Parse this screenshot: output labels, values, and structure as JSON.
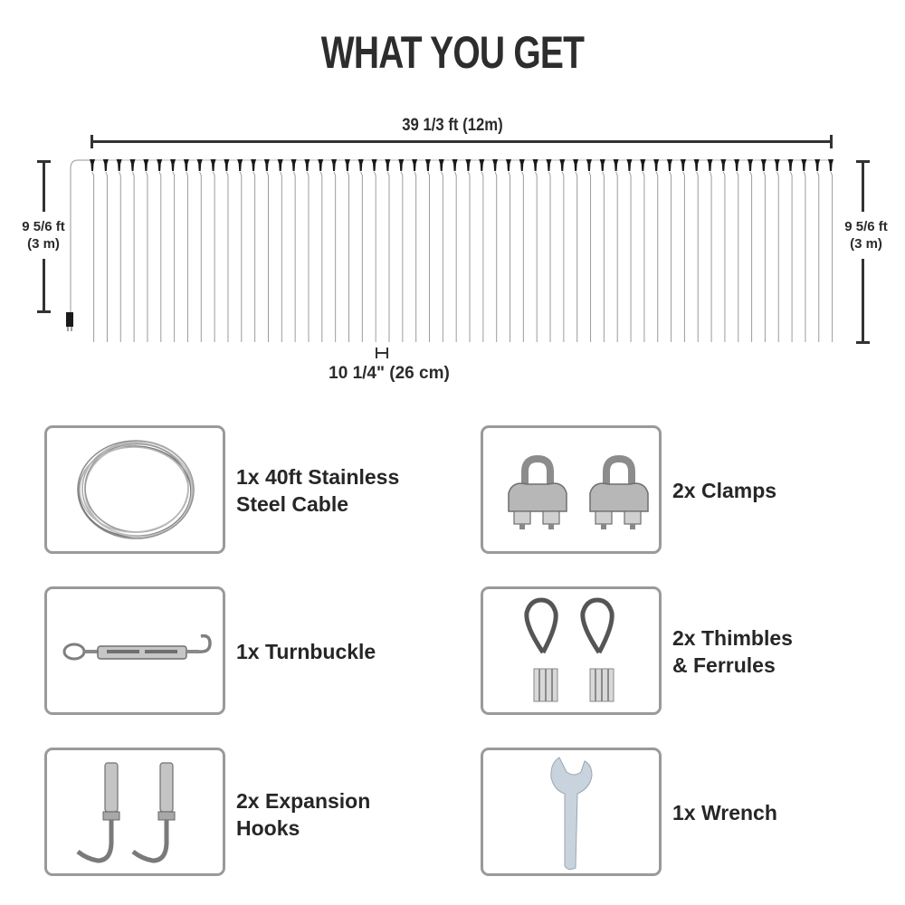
{
  "header": {
    "title": "WHAT YOU GET"
  },
  "curtain_diagram": {
    "width_label": "39 1/3 ft (12m)",
    "height_label_left_line1": "9 5/6 ft",
    "height_label_left_line2": "(3 m)",
    "height_label_right_line1": "9 5/6 ft",
    "height_label_right_line2": "(3 m)",
    "strand_spacing_label": "10 1/4\" (26 cm)",
    "strand_count": 56
  },
  "items": [
    {
      "label": "1x 40ft Stainless\nSteel Cable",
      "icon": "steel-cable-coil-icon"
    },
    {
      "label": "2x Clamps",
      "icon": "wire-rope-clamp-icon"
    },
    {
      "label": "1x Turnbuckle",
      "icon": "turnbuckle-icon"
    },
    {
      "label": "2x Thimbles\n& Ferrules",
      "icon": "thimble-ferrule-icon"
    },
    {
      "label": "2x Expansion\nHooks",
      "icon": "expansion-hook-icon"
    },
    {
      "label": "1x Wrench",
      "icon": "wrench-icon"
    }
  ],
  "colors": {
    "text": "#2b2b2b",
    "card_border": "#9a9a9a",
    "metal": "#a8a8a8",
    "wrench": "#c9d3dd"
  }
}
